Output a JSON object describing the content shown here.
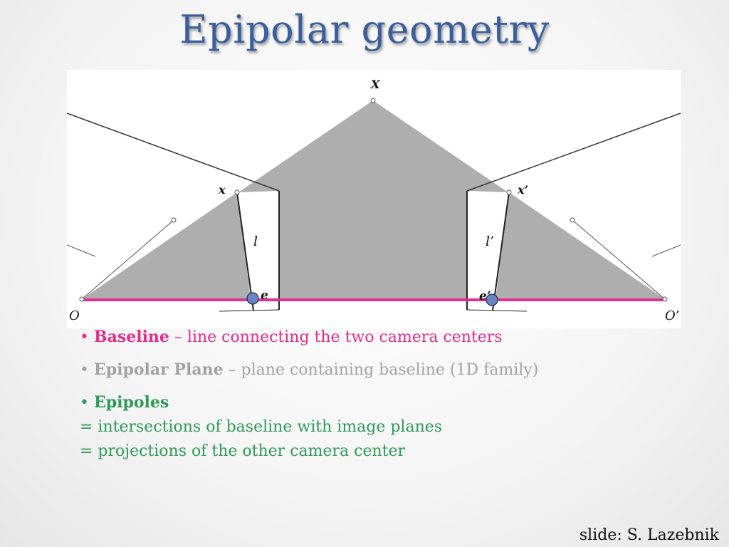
{
  "slide": {
    "title": "Epipolar geometry",
    "credit": "slide: S. Lazebnik"
  },
  "colors": {
    "title": "#3b5f9c",
    "baseline": "#e22e8c",
    "plane": "#aeaeae",
    "epipole": "#6b82c4",
    "epipolar_plane_text": "#a2a2a2",
    "epipoles_text": "#2e9a58"
  },
  "diagram": {
    "label_X": "X",
    "label_x": "x",
    "label_x_prime": "x’",
    "label_l": "l",
    "label_l_prime": "l’",
    "label_e": "e",
    "label_e_prime": "e’",
    "label_O": "O",
    "label_O_prime": "O’"
  },
  "bullets": {
    "baseline": {
      "bullet": "•",
      "term": "Baseline",
      "desc": " – line connecting the two camera centers"
    },
    "epipolar_plane": {
      "bullet": "•",
      "term": "Epipolar Plane",
      "desc": " – plane containing baseline (1D family)"
    },
    "epipoles": {
      "bullet": "•",
      "term": "Epipoles",
      "line1": "= intersections of baseline with image planes",
      "line2": "= projections of the other camera center"
    }
  }
}
